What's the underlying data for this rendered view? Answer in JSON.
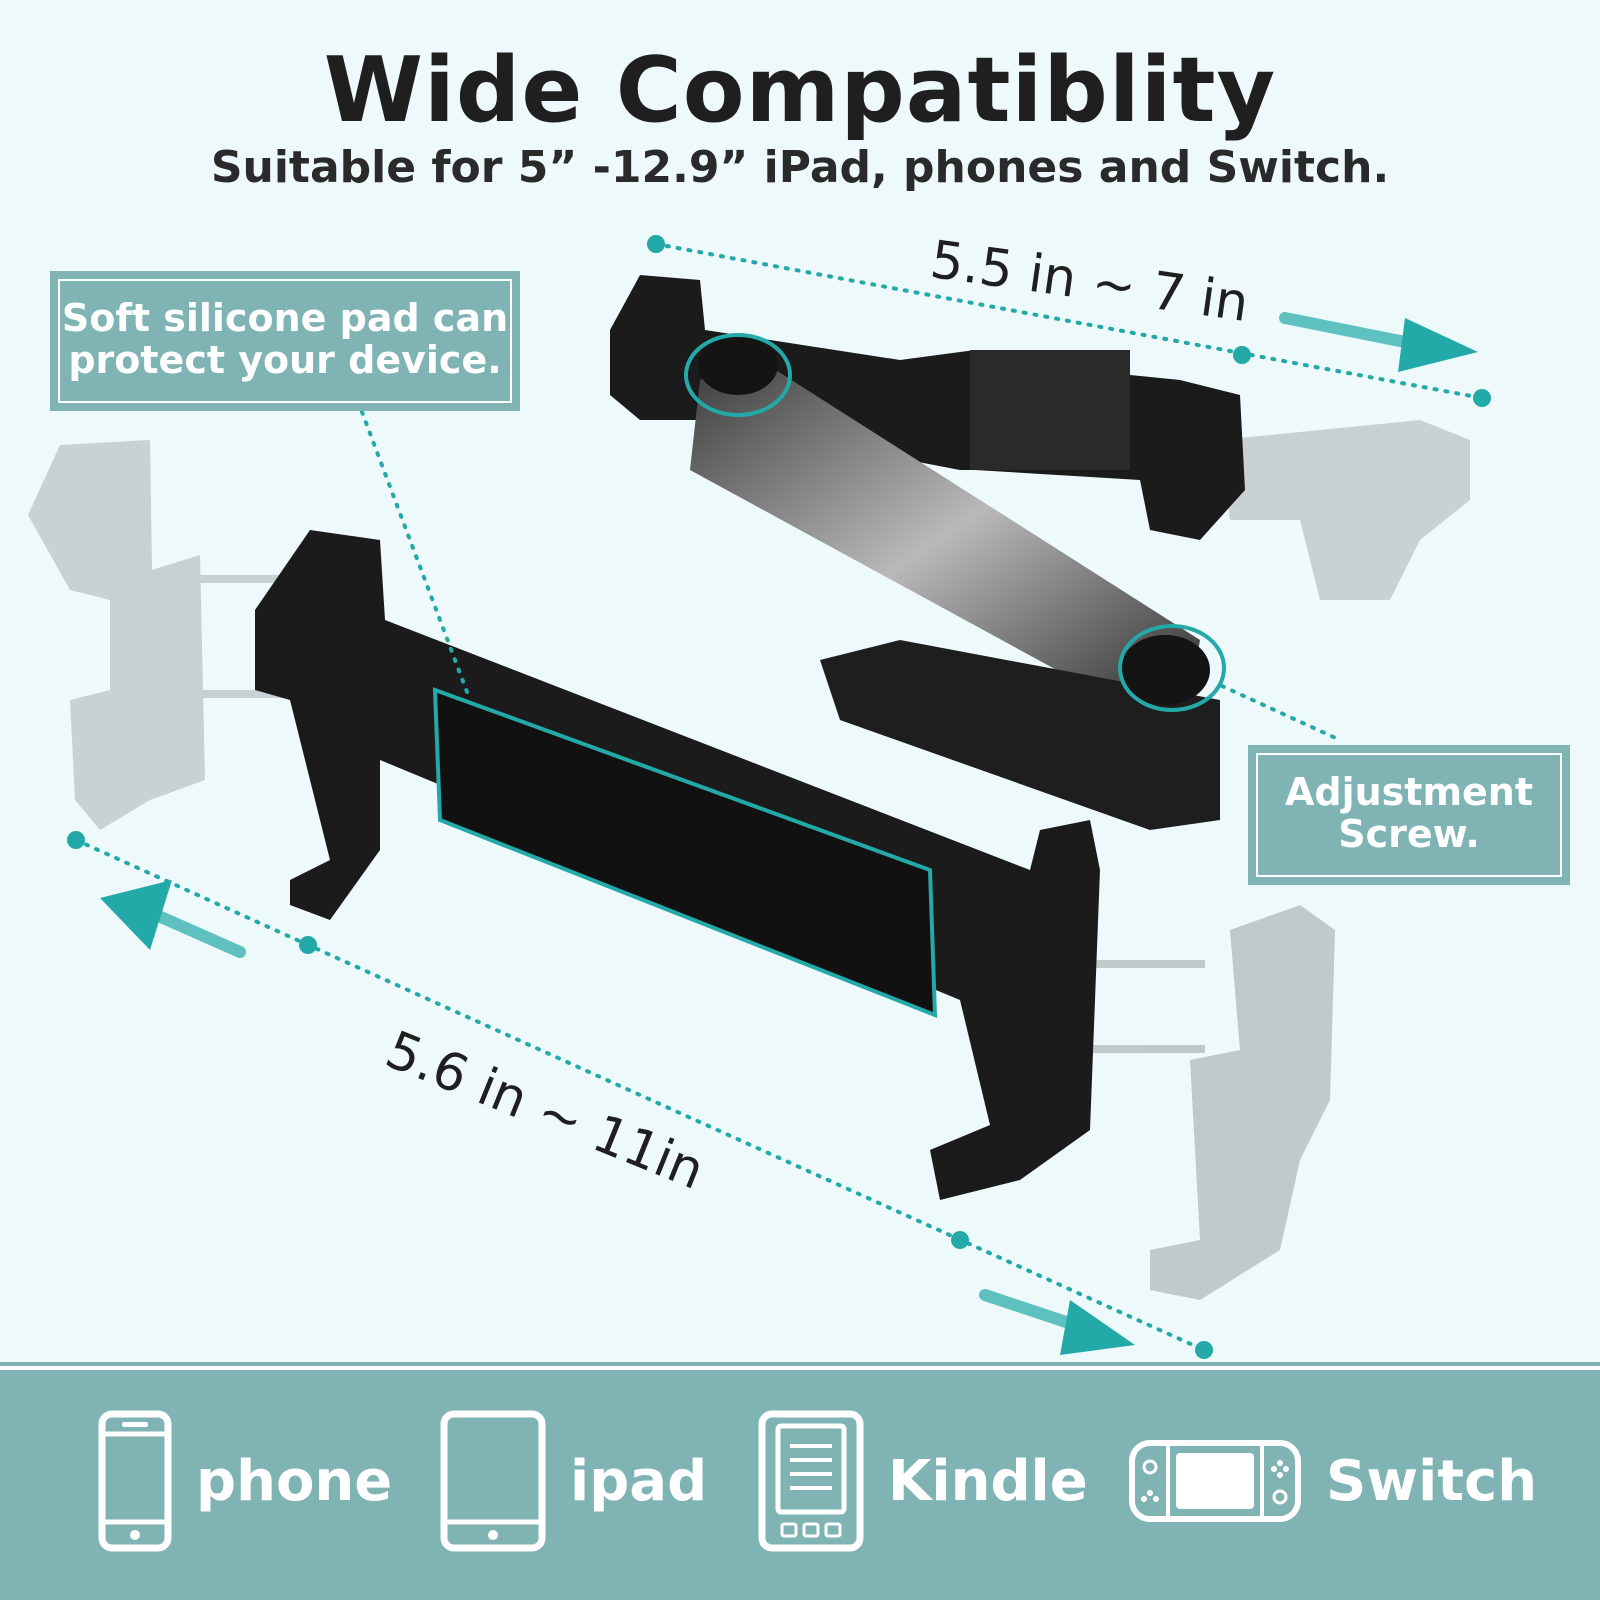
{
  "header": {
    "title": "Wide Compatiblity",
    "subtitle": "Suitable for 5”  -12.9”   iPad, phones and Switch."
  },
  "callouts": {
    "pad": {
      "line1": "Soft silicone pad can",
      "line2": "protect your device."
    },
    "screw": {
      "line1": "Adjustment",
      "line2": "Screw."
    }
  },
  "dimensions": {
    "top": "5.5 in ~ 7 in",
    "bottom": "5.6 in ~ 11in"
  },
  "devices": [
    {
      "label": "phone",
      "icon": "phone-icon"
    },
    {
      "label": "ipad",
      "icon": "tablet-icon"
    },
    {
      "label": "Kindle",
      "icon": "ereader-icon"
    },
    {
      "label": "Switch",
      "icon": "game-console-icon"
    }
  ],
  "colors": {
    "accent": "#23a9a8",
    "callout": "#7fb3b4",
    "background": "#eef9fb",
    "holder": "#1b1b1b"
  }
}
